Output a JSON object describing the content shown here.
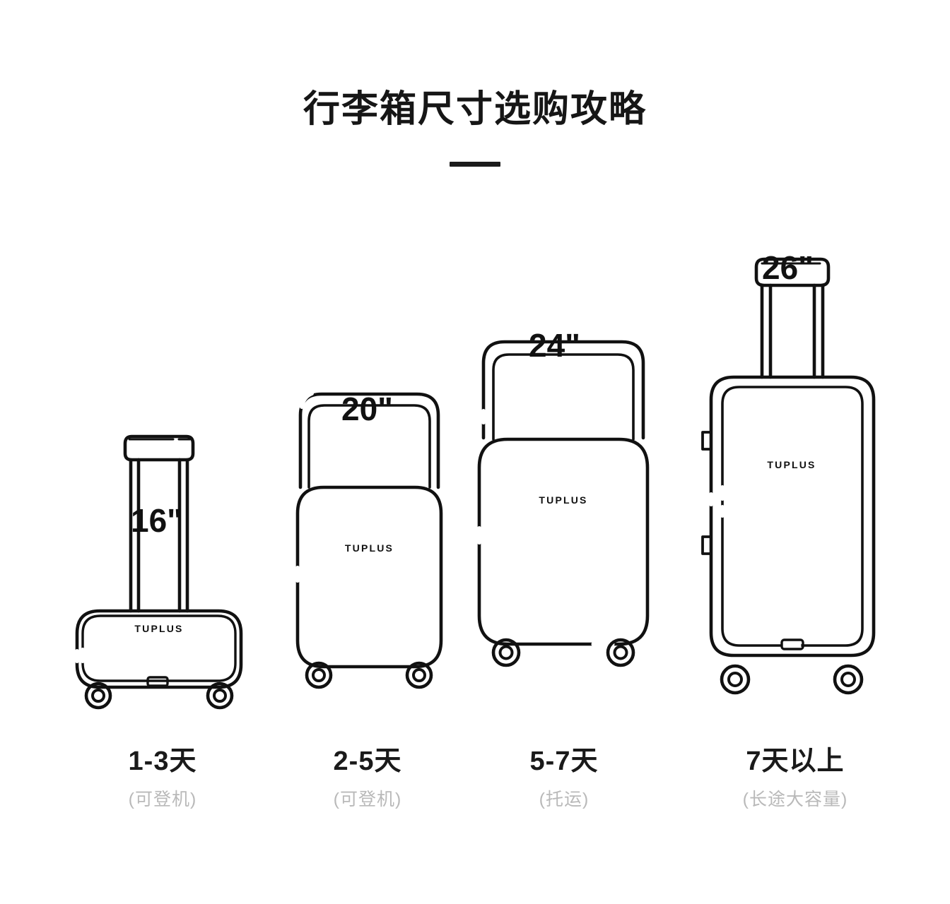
{
  "header": {
    "title": "行李箱尺寸选购攻略",
    "divider": "—"
  },
  "brand": {
    "logo_text": "TUPLUS"
  },
  "suitcases": [
    {
      "size_label": "16\"",
      "days": "1-3天",
      "note": "(可登机)",
      "logo": "TUPLUS"
    },
    {
      "size_label": "20\"",
      "days": "2-5天",
      "note": "(可登机)",
      "logo": "TUPLUS"
    },
    {
      "size_label": "24\"",
      "days": "5-7天",
      "note": "(托运)",
      "logo": "TUPLUS"
    },
    {
      "size_label": "26\"",
      "days": "7天以上",
      "note": "(长途大容量)",
      "logo": "TUPLUS"
    }
  ],
  "colors": {
    "background": "#ffffff",
    "ink": "#111111",
    "caption_note": "#b9b9b9"
  }
}
